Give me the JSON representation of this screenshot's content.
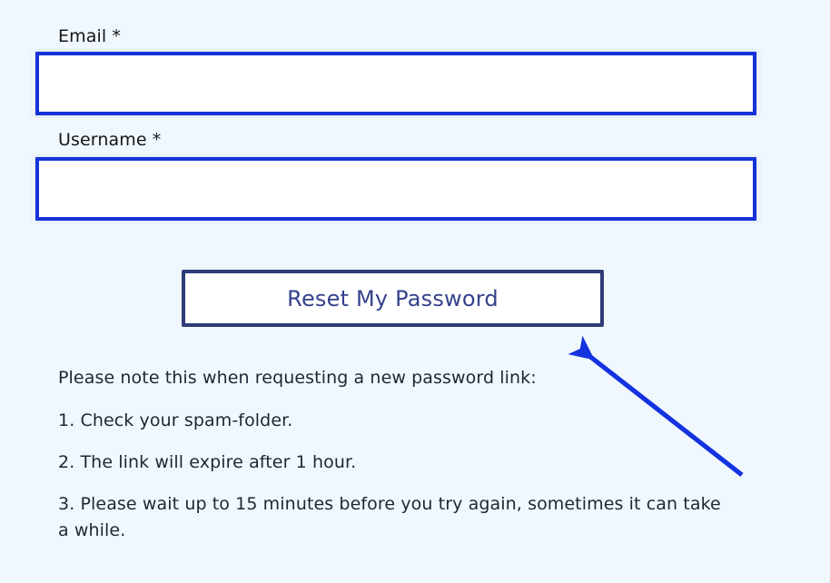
{
  "form": {
    "fields": [
      {
        "label": "Email *",
        "value": "",
        "placeholder": "",
        "name": "email"
      },
      {
        "label": "Username *",
        "value": "",
        "placeholder": "",
        "name": "username"
      }
    ],
    "submit_label": "Reset My Password"
  },
  "notes": {
    "intro": "Please note this when requesting a new password link:",
    "items": [
      "1. Check your spam-folder.",
      "2. The link will expire after 1 hour.",
      "3. Please wait up to 15 minutes before you try again, sometimes it can take a while."
    ]
  },
  "annotation": {
    "icon": "arrow-up-left-icon",
    "target": "reset-my-password-button",
    "color": "#1433e0"
  },
  "colors": {
    "page_background": "#f0f8fd",
    "input_border": "#1433d8",
    "button_border": "#2e3c78",
    "button_text": "#35428c",
    "label_text": "#13151a",
    "note_text": "#1a2833",
    "arrow": "#1433e0"
  }
}
